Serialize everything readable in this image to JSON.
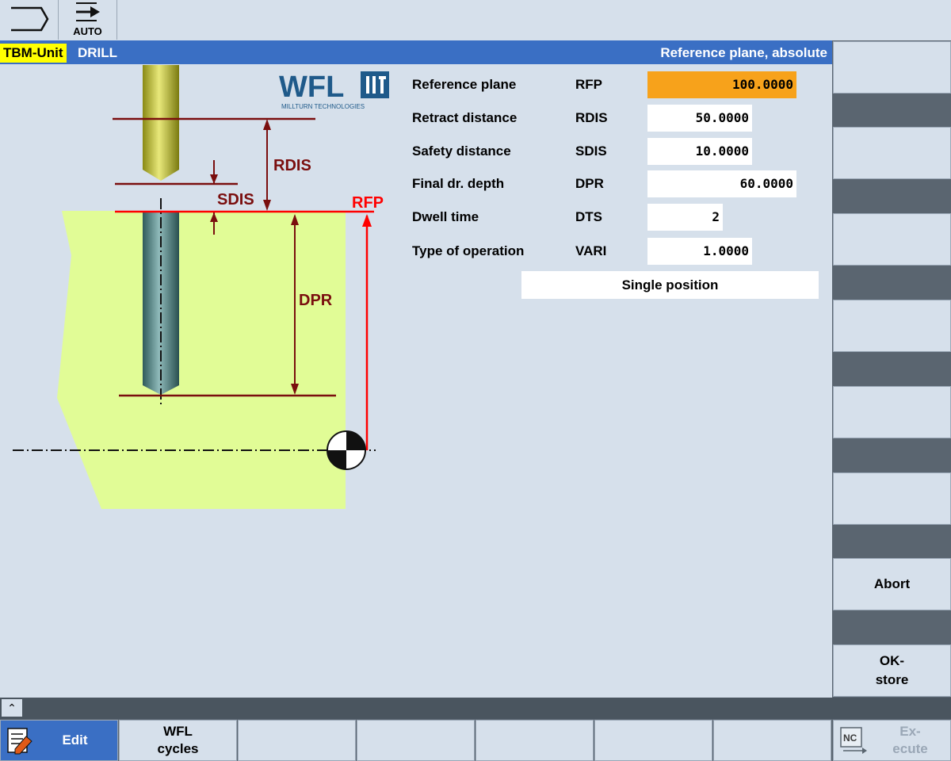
{
  "top_buttons": {
    "auto_label": "AUTO"
  },
  "title_bar": {
    "unit": "TBM-Unit",
    "program": "DRILL",
    "hint": "Reference plane, absolute"
  },
  "logo": {
    "text": "WFL",
    "subtitle": "MILLTURN TECHNOLOGIES"
  },
  "diagram_labels": {
    "rdis": "RDIS",
    "sdis": "SDIS",
    "rfp": "RFP",
    "dpr": "DPR"
  },
  "params": [
    {
      "name": "Reference plane",
      "code": "RFP",
      "value": "100.0000"
    },
    {
      "name": "Retract distance",
      "code": "RDIS",
      "value": "50.0000"
    },
    {
      "name": "Safety distance",
      "code": "SDIS",
      "value": "10.0000"
    },
    {
      "name": "Final dr. depth",
      "code": "DPR",
      "value": "60.0000"
    },
    {
      "name": "Dwell time",
      "code": "DTS",
      "value": "2"
    },
    {
      "name": "Type of operation",
      "code": "VARI",
      "value": "1.0000"
    }
  ],
  "select_value": "Single position",
  "softkeys": {
    "abort": "Abort",
    "ok_line1": "OK-",
    "ok_line2": "store"
  },
  "bottom": {
    "edit": "Edit",
    "wfl_line1": "WFL",
    "wfl_line2": "cycles",
    "ex_line1": "Ex-",
    "ex_line2": "ecute",
    "nc": "NC"
  },
  "colors": {
    "accent": "#3a6fc4",
    "highlight": "#f7a21b",
    "dim_line": "#7a0e0e",
    "rfp_line": "#ff0000",
    "workpiece": "#e1fc96"
  }
}
